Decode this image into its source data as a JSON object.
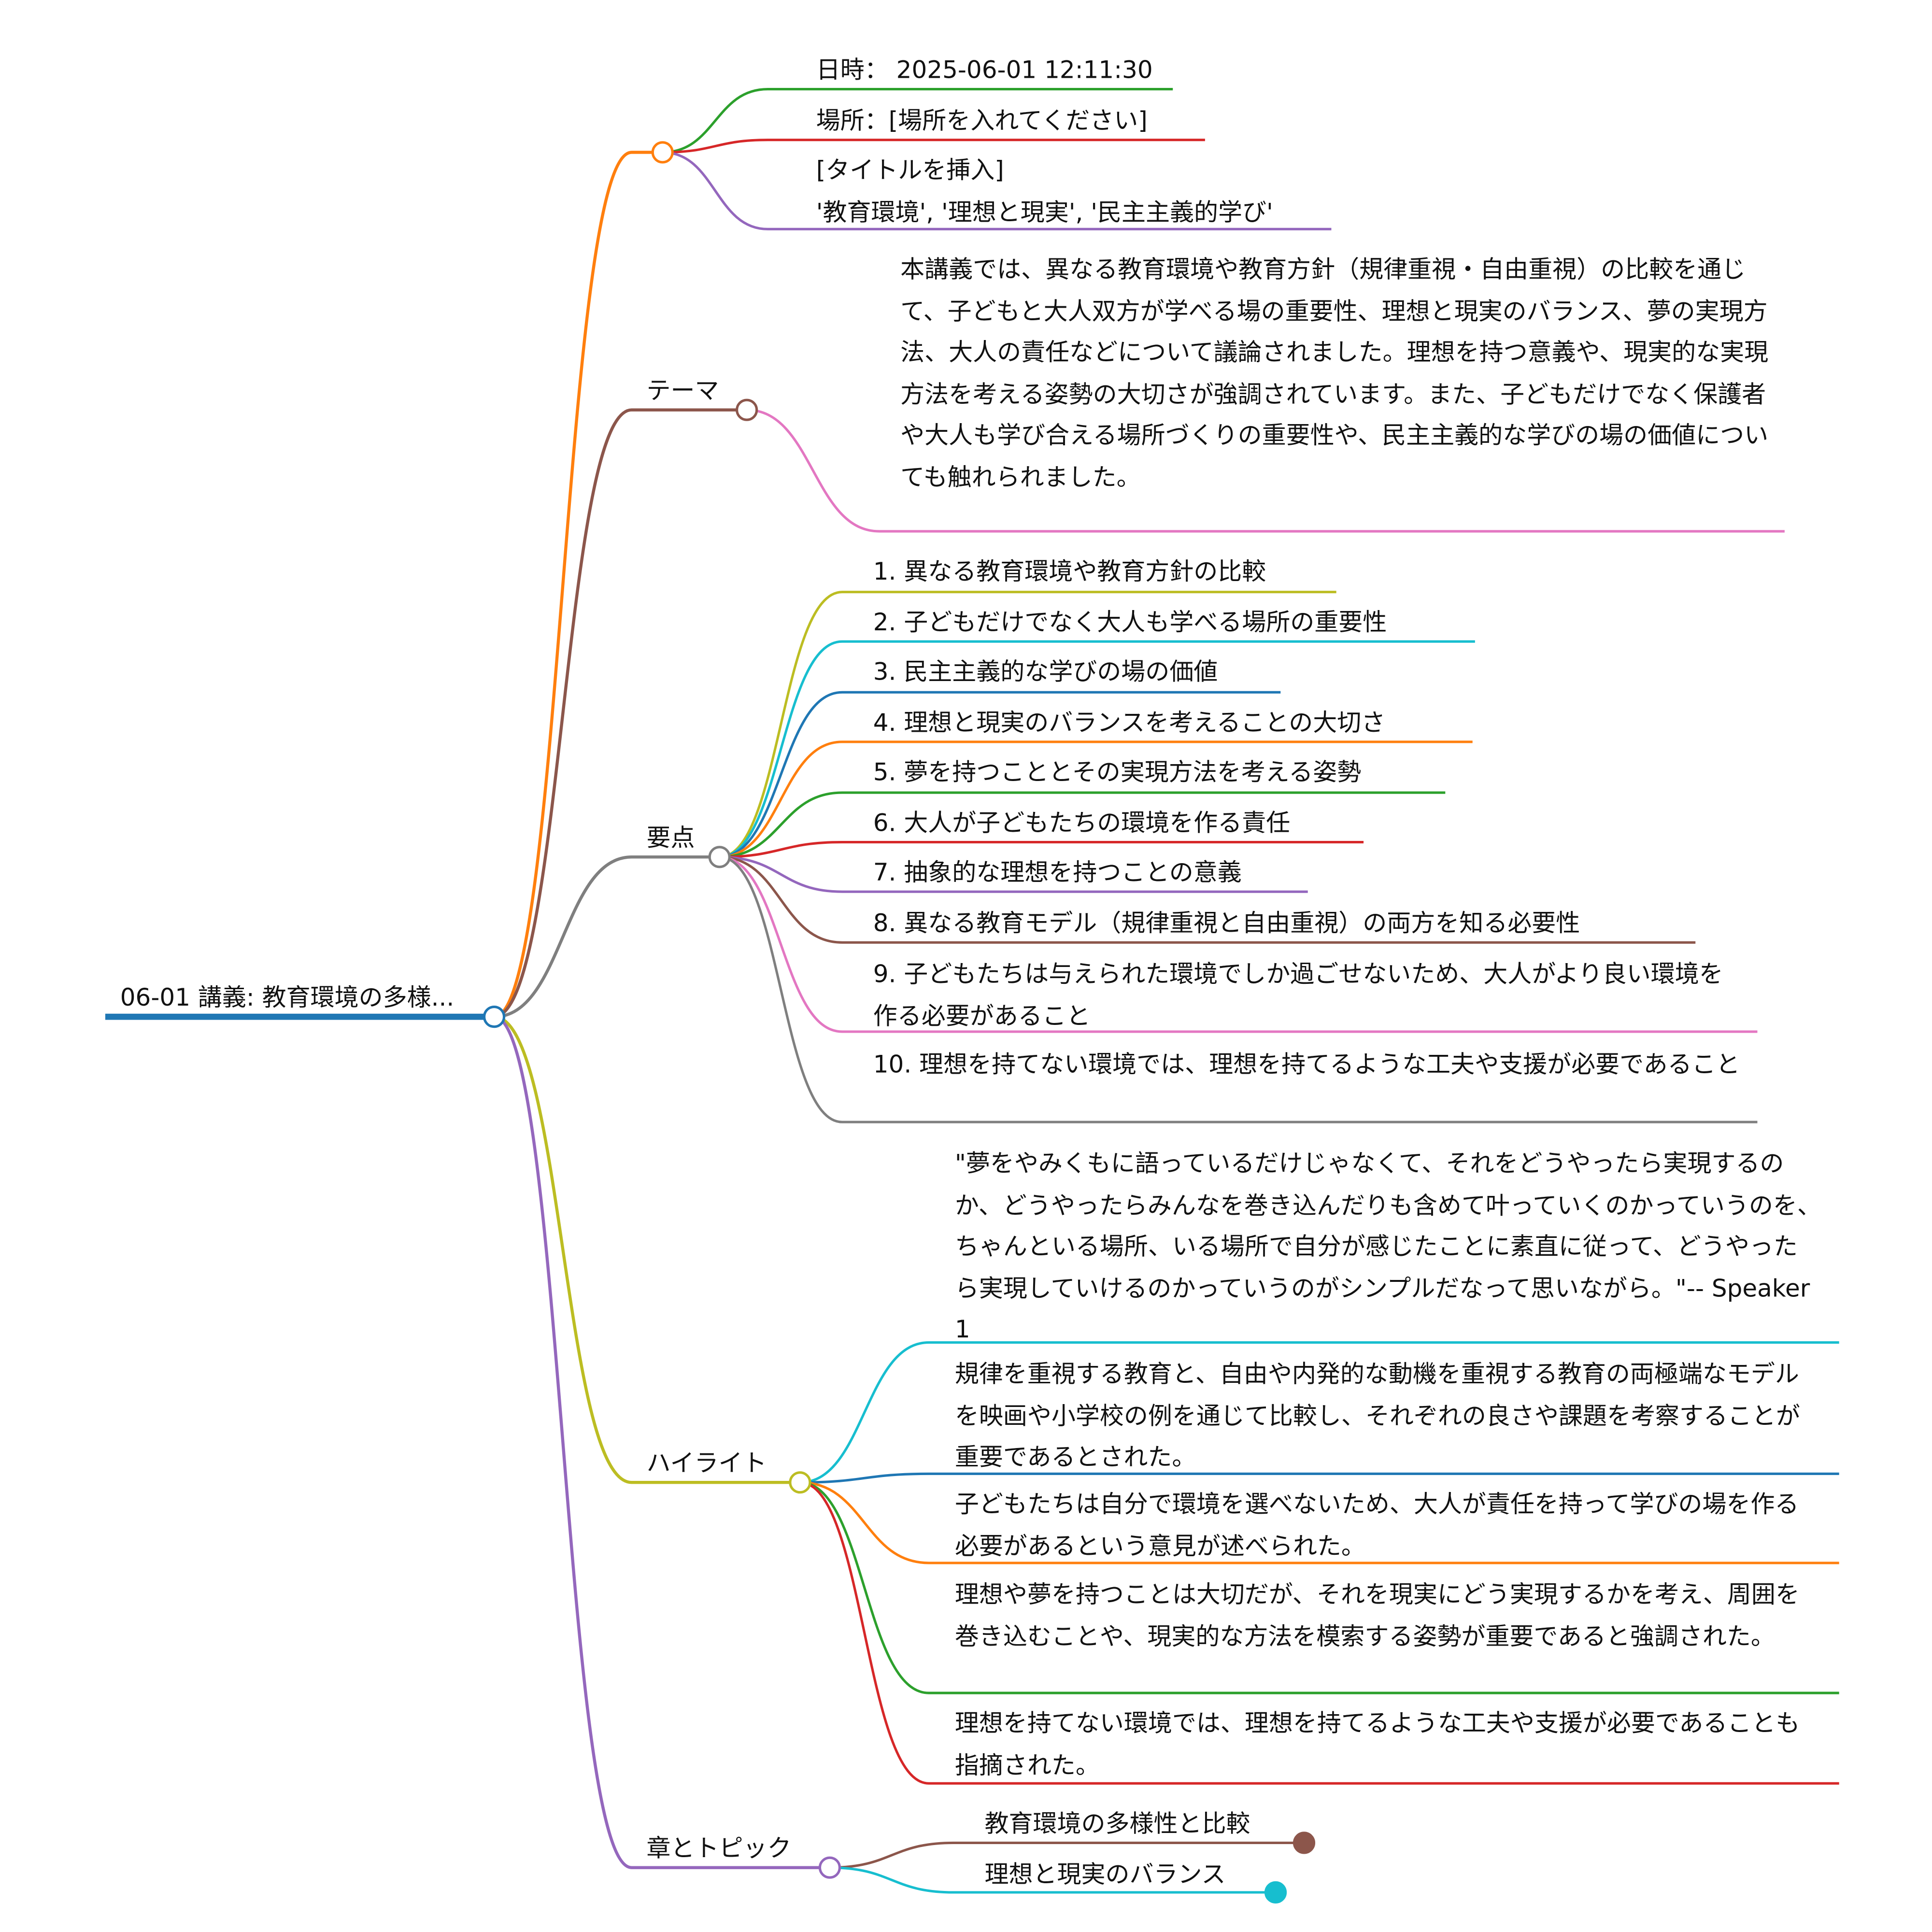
{
  "root": {
    "label": "06-01 講義: 教育環境の多様...",
    "color": "#1f77b4"
  },
  "info": {
    "color": "#ff7f0e",
    "datetime": "日時： 2025-06-01 12:11:30",
    "place": "場所：[場所を入れてください]",
    "title": "[タイトルを挿入]",
    "keywords": "'教育環境', '理想と現実', '民主主義的学び'"
  },
  "theme": {
    "label": "テーマ",
    "color": "#8c564b",
    "text": "本講義では、異なる教育環境や教育方針（規律重視・自由重視）の比較を通じて、子どもと大人双方が学べる場の重要性、理想と現実のバランス、夢の実現方法、大人の責任などについて議論されました。理想を持つ意義や、現実的な実現方法を考える姿勢の大切さが強調されています。また、子どもだけでなく保護者や大人も学び合える場所づくりの重要性や、民主主義的な学びの場の価値についても触れられました。"
  },
  "points": {
    "label": "要点",
    "color": "#7f7f7f",
    "items": [
      "1. 異なる教育環境や教育方針の比較",
      "2. 子どもだけでなく大人も学べる場所の重要性",
      "3. 民主主義的な学びの場の価値",
      "4. 理想と現実のバランスを考えることの大切さ",
      "5. 夢を持つこととその実現方法を考える姿勢",
      "6. 大人が子どもたちの環境を作る責任",
      "7. 抽象的な理想を持つことの意義",
      "8. 異なる教育モデル（規律重視と自由重視）の両方を知る必要性",
      "9. 子どもたちは与えられた環境でしか過ごせないため、大人がより良い環境を作る必要があること",
      "10. 理想を持てない環境では、理想を持てるような工夫や支援が必要であること"
    ]
  },
  "highlights": {
    "label": "ハイライト",
    "color": "#bcbd22",
    "items": [
      "\"夢をやみくもに語っているだけじゃなくて、それをどうやったら実現するのか、どうやったらみんなを巻き込んだりも含めて叶っていくのかっていうのを、ちゃんといる場所、いる場所で自分が感じたことに素直に従って、どうやったら実現していけるのかっていうのがシンプルだなって思いながら。\"-- Speaker 1",
      "規律を重視する教育と、自由や内発的な動機を重視する教育の両極端なモデルを映画や小学校の例を通じて比較し、それぞれの良さや課題を考察することが重要であるとされた。",
      "子どもたちは自分で環境を選べないため、大人が責任を持って学びの場を作る必要があるという意見が述べられた。",
      "理想や夢を持つことは大切だが、それを現実にどう実現するかを考え、周囲を巻き込むことや、現実的な方法を模索する姿勢が重要であると強調された。",
      "理想を持てない環境では、理想を持てるような工夫や支援が必要であることも指摘された。"
    ]
  },
  "chapters": {
    "label": "章とトピック",
    "color": "#9467bd",
    "items": [
      "教育環境の多様性と比較",
      "理想と現実のバランス"
    ]
  },
  "palette": [
    "#2ca02c",
    "#d62728",
    "#9467bd",
    "#e377c2",
    "#bcbd22",
    "#17becf",
    "#1f77b4",
    "#ff7f0e",
    "#8c564b",
    "#7f7f7f"
  ]
}
